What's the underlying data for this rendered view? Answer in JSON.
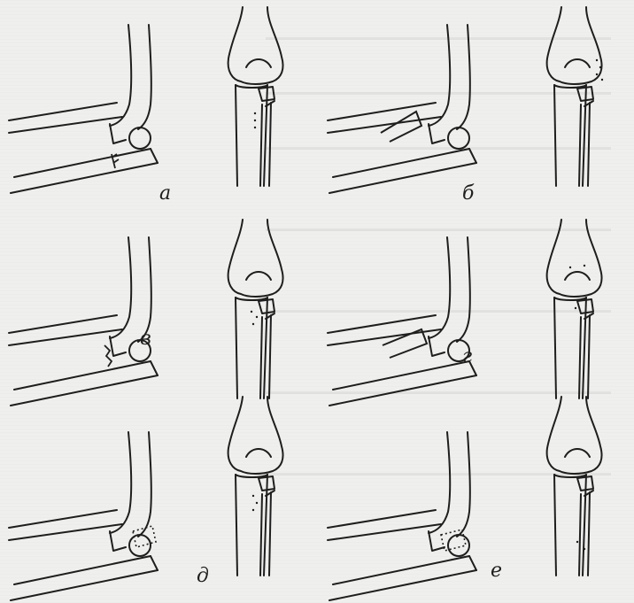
{
  "panels": [
    {
      "label": "а"
    },
    {
      "label": "б"
    },
    {
      "label": "в"
    },
    {
      "label": "г"
    },
    {
      "label": "д"
    },
    {
      "label": "е"
    }
  ],
  "colors": {
    "paper": "#efefed",
    "ink": "#1e1e1e"
  }
}
